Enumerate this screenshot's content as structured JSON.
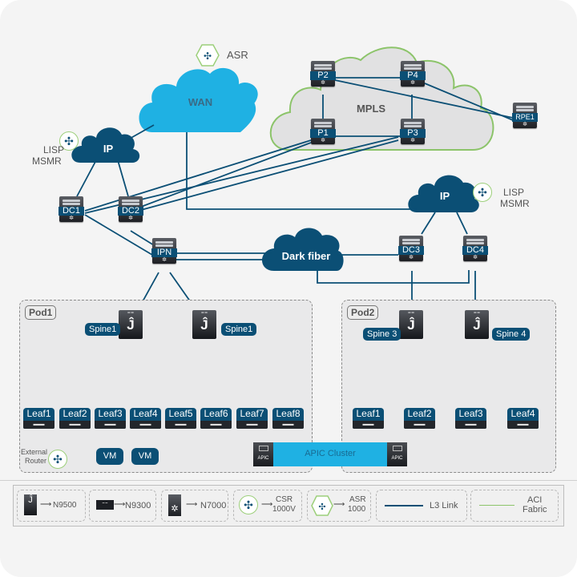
{
  "clouds": {
    "wan": "WAN",
    "mpls": "MPLS",
    "ip_left": "IP",
    "ip_right": "IP",
    "dark_fiber": "Dark fiber"
  },
  "labels": {
    "asr": "ASR",
    "lisp_left": [
      "LISP",
      "MSMR"
    ],
    "lisp_right": [
      "LISP",
      "MSMR"
    ],
    "external_router": [
      "External",
      "Router"
    ]
  },
  "devices": {
    "p2": "P2",
    "p4": "P4",
    "p1": "P1",
    "p3": "P3",
    "rpe1": "RPE1",
    "dc1": "DC1",
    "dc2": "DC2",
    "dc3": "DC3",
    "dc4": "DC4",
    "ipn": "IPN"
  },
  "pods": [
    {
      "name": "Pod1",
      "spines": [
        "Spine1",
        "Spine1"
      ],
      "leaves": [
        "Leaf1",
        "Leaf2",
        "Leaf3",
        "Leaf4",
        "Leaf5",
        "Leaf6",
        "Leaf7",
        "Leaf8"
      ],
      "vms": [
        "VM",
        "VM"
      ]
    },
    {
      "name": "Pod2",
      "spines": [
        "Spine 3",
        "Spine 4"
      ],
      "leaves": [
        "Leaf1",
        "Leaf2",
        "Leaf3",
        "Leaf4"
      ]
    }
  ],
  "apic": {
    "cluster_label": "APIC Cluster",
    "device_label": "APIC"
  },
  "legend": [
    {
      "icon": "n9500-spine-icon",
      "label": "N9500"
    },
    {
      "icon": "n9300-leaf-icon",
      "label": "N9300"
    },
    {
      "icon": "n7000-switch-icon",
      "label": "N7000"
    },
    {
      "icon": "csr-router-icon",
      "label": [
        "CSR",
        "1000V"
      ]
    },
    {
      "icon": "asr-router-icon",
      "label": [
        "ASR",
        "1000"
      ]
    },
    {
      "icon": "l3-link-line",
      "label": "L3 Link"
    },
    {
      "icon": "aci-fabric-line",
      "label": [
        "ACI",
        "Fabric"
      ]
    }
  ],
  "colors": {
    "l3_link": "#0b4f75",
    "aci_fabric": "#8cc46a",
    "wan_cloud": "#1fb1e3",
    "ip_cloud": "#0b4f75",
    "mpls_cloud_fill": "#e1e1e2",
    "mpls_cloud_border": "#8cc46a"
  }
}
